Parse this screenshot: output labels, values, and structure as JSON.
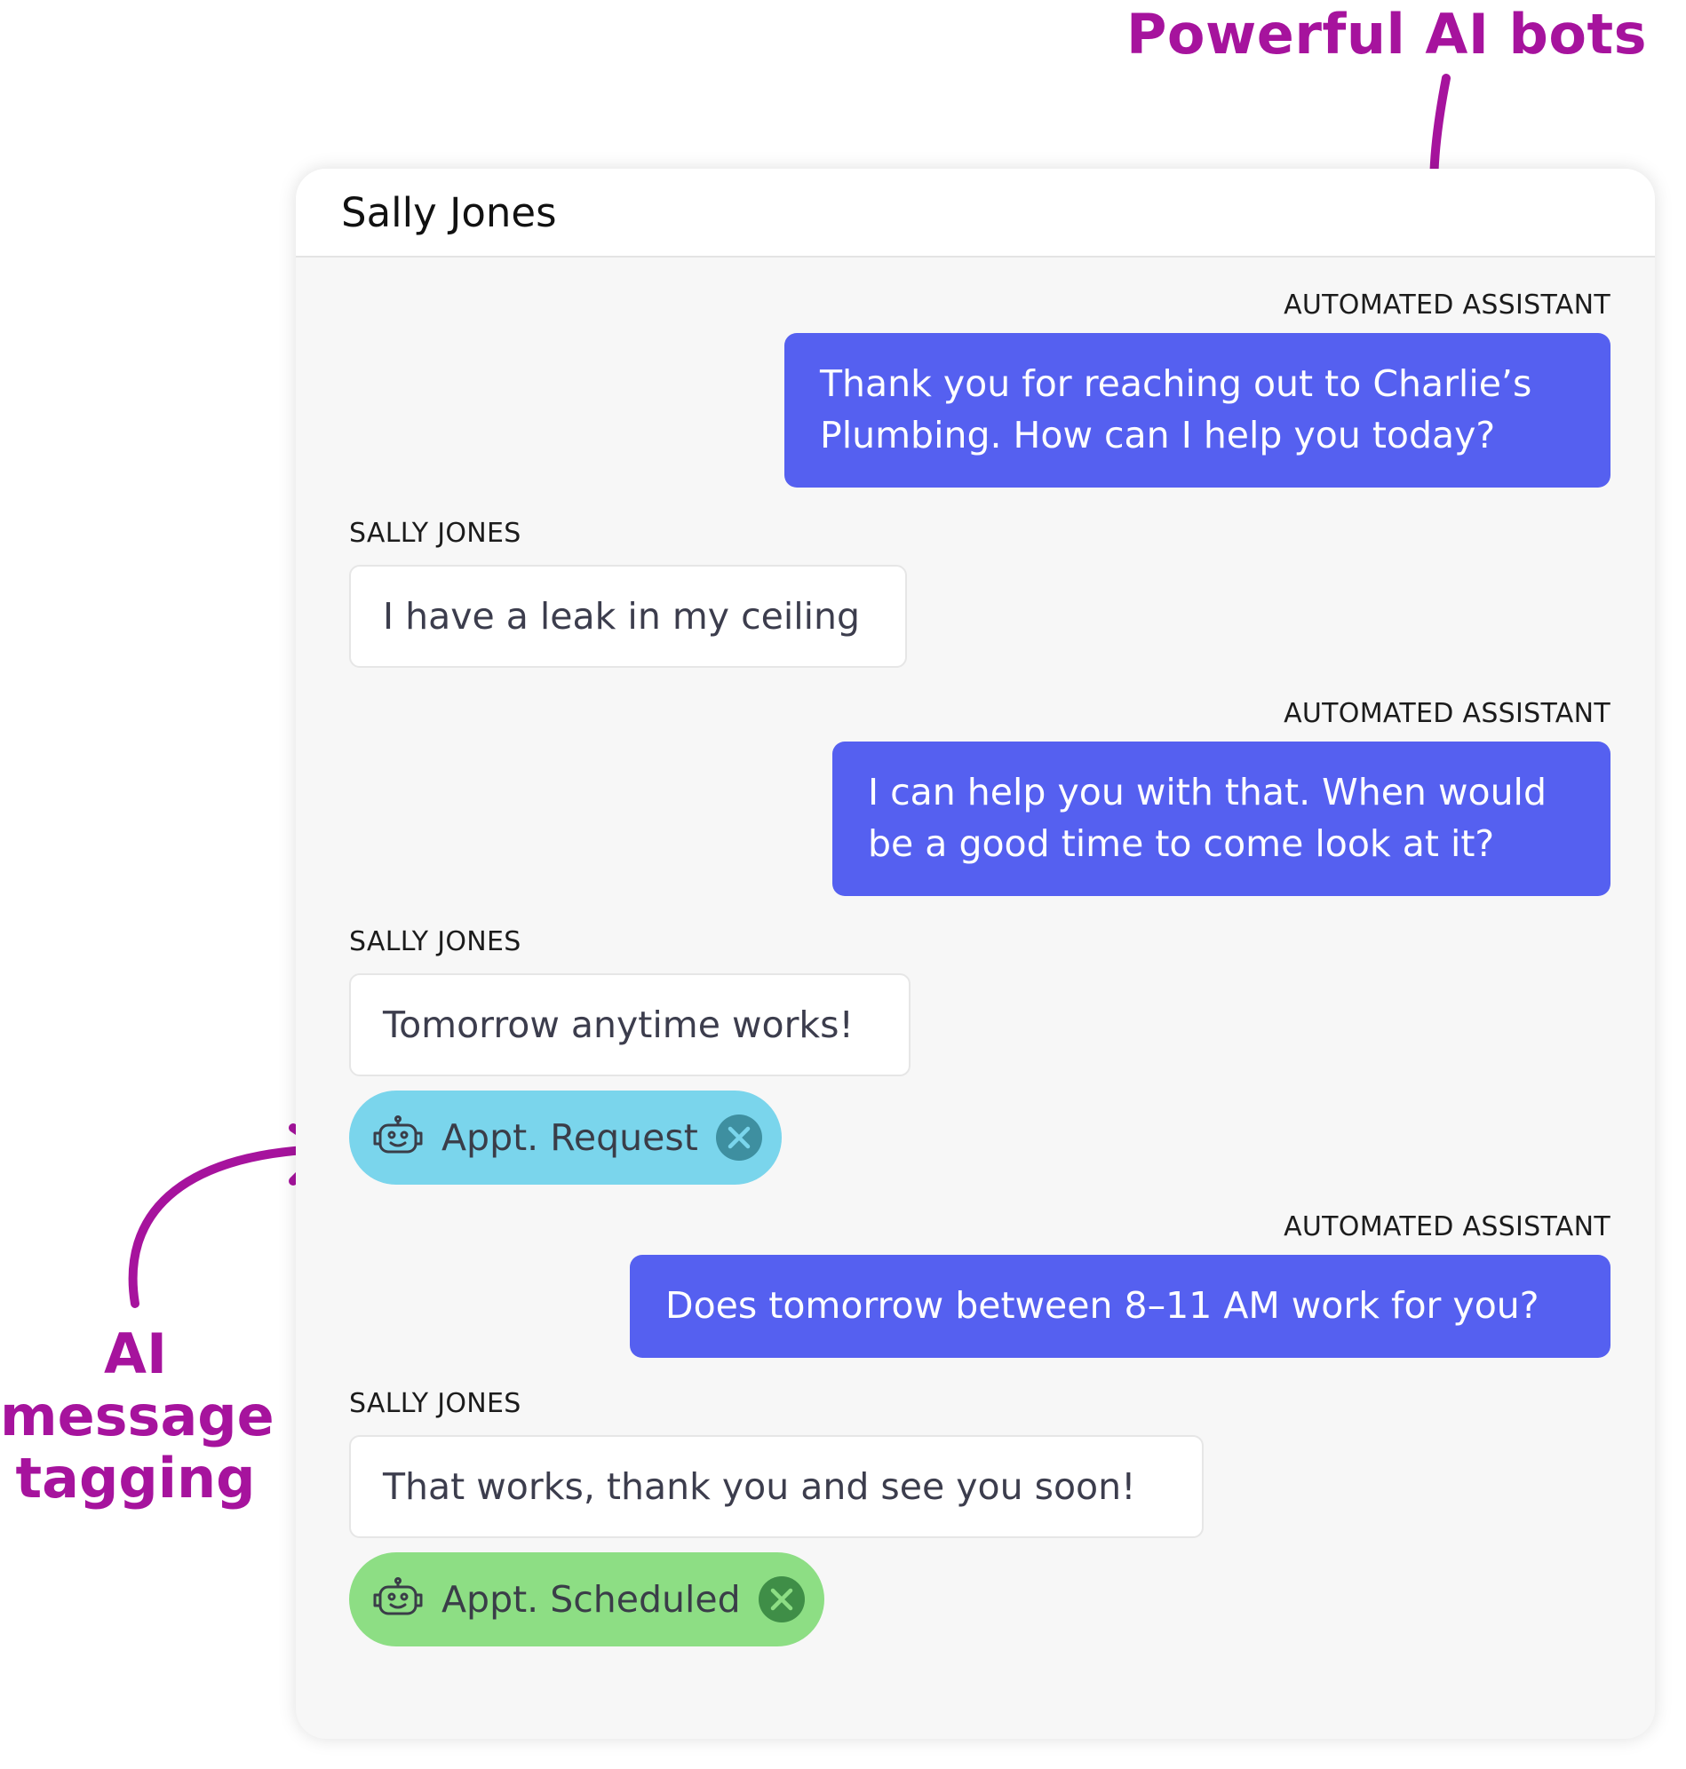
{
  "annotations": {
    "bots_label": "Powerful AI bots",
    "tagging_lines": [
      "AI",
      "message",
      "tagging"
    ]
  },
  "colors": {
    "annotation": "#a6139d",
    "bot_bubble": "#5560f0",
    "tag_request": "#7ad5ec",
    "tag_scheduled": "#8dde84"
  },
  "chat": {
    "title": "Sally Jones",
    "messages": [
      {
        "sender": "AUTOMATED ASSISTANT",
        "text": "Thank you for reaching out to Charlie’s Plumbing. How can I help you today?"
      },
      {
        "sender": "SALLY JONES",
        "text": "I have a leak in my ceiling"
      },
      {
        "sender": "AUTOMATED ASSISTANT",
        "text": "I can help you with that. When would be a good time to come look at it?"
      },
      {
        "sender": "SALLY JONES",
        "text": "Tomorrow anytime works!",
        "tag": {
          "label": "Appt. Request",
          "icon": "robot-icon"
        }
      },
      {
        "sender": "AUTOMATED ASSISTANT",
        "text": "Does tomorrow between 8–11 AM work for you?"
      },
      {
        "sender": "SALLY JONES",
        "text": "That works, thank you and see you soon!",
        "tag": {
          "label": "Appt. Scheduled",
          "icon": "robot-icon"
        }
      }
    ]
  }
}
